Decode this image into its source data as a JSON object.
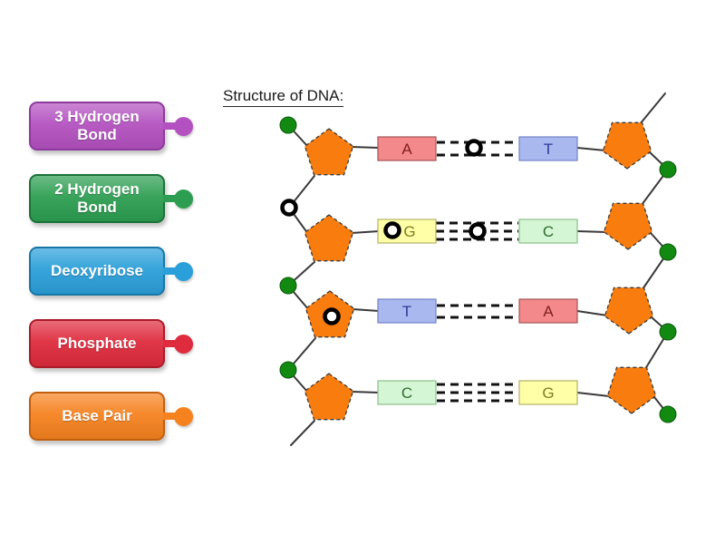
{
  "diagram": {
    "title": "Structure of DNA:",
    "sugar_color": "#f97d0e",
    "sugar_outline": "#3a3a3a",
    "phosphate_color": "#128a12",
    "phosphate_outline": "#0a5a0a",
    "backbone_color": "#3a3a3a",
    "bond_color": "#111111",
    "base_pairs": [
      {
        "left": "A",
        "right": "T",
        "hydrogen_bonds": 2
      },
      {
        "left": "G",
        "right": "C",
        "hydrogen_bonds": 3
      },
      {
        "left": "T",
        "right": "A",
        "hydrogen_bonds": 2
      },
      {
        "left": "C",
        "right": "G",
        "hydrogen_bonds": 3
      }
    ],
    "boxes": [
      {
        "letter": "A",
        "fill": "#f4898b",
        "stroke": "#a25454",
        "text_color": "#7e1f1f"
      },
      {
        "letter": "T",
        "fill": "#aab8f0",
        "stroke": "#7381c4",
        "text_color": "#2c3b94"
      },
      {
        "letter": "G",
        "fill": "#ffffa8",
        "stroke": "#b5b264",
        "text_color": "#7d7d22"
      },
      {
        "letter": "C",
        "fill": "#d4f6d4",
        "stroke": "#8cbd8c",
        "text_color": "#2f6b2f"
      },
      {
        "letter": "T",
        "fill": "#aab8f0",
        "stroke": "#7381c4",
        "text_color": "#2c3b94"
      },
      {
        "letter": "A",
        "fill": "#f4898b",
        "stroke": "#a25454",
        "text_color": "#7e1f1f"
      },
      {
        "letter": "C",
        "fill": "#d4f6d4",
        "stroke": "#8cbd8c",
        "text_color": "#2f6b2f"
      },
      {
        "letter": "G",
        "fill": "#ffffa8",
        "stroke": "#b5b264",
        "text_color": "#7d7d22"
      }
    ],
    "answer_markers": 5
  },
  "labels": [
    {
      "text": "3 Hydrogen Bond",
      "color": "#b351c0",
      "border_color": "#8e3a9d",
      "pill_style": "background-color:#b351c0;border-color:#8e3a9d",
      "knob_style": "background-color:#b351c0"
    },
    {
      "text": "2 Hydrogen Bond",
      "color": "#2d9e51",
      "border_color": "#1c7238",
      "pill_style": "background-color:#2d9e51;border-color:#1c7238",
      "knob_style": "background-color:#2d9e51"
    },
    {
      "text": "Deoxyribose",
      "color": "#2b9fd9",
      "border_color": "#1677a5",
      "pill_style": "background-color:#2b9fd9;border-color:#1677a5",
      "knob_style": "background-color:#2b9fd9"
    },
    {
      "text": "Phosphate",
      "color": "#de2b3d",
      "border_color": "#aa1b28",
      "pill_style": "background-color:#de2b3d;border-color:#aa1b28",
      "knob_style": "background-color:#de2b3d"
    },
    {
      "text": "Base Pair",
      "color": "#f5821f",
      "border_color": "#c25f0e",
      "pill_style": "background-color:#f5821f;border-color:#c25f0e",
      "knob_style": "background-color:#f5821f"
    }
  ]
}
